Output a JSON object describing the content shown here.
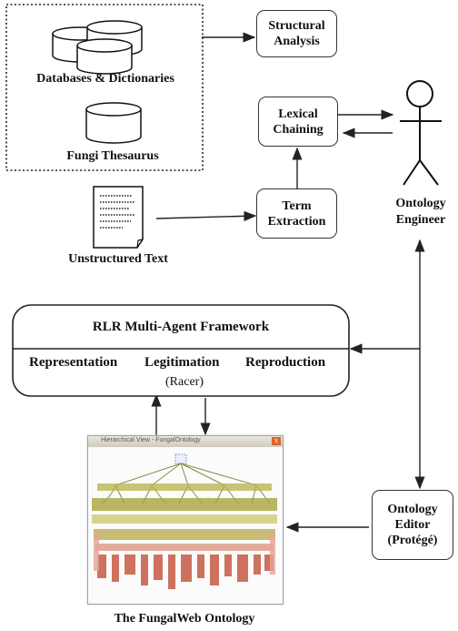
{
  "sources": {
    "databases_label": "Databases & Dictionaries",
    "thesaurus_label": "Fungi Thesaurus",
    "text_label": "Unstructured Text"
  },
  "processes": {
    "structural_line1": "Structural",
    "structural_line2": "Analysis",
    "lexical_line1": "Lexical",
    "lexical_line2": "Chaining",
    "term_line1": "Term",
    "term_line2": "Extraction"
  },
  "actor": {
    "line1": "Ontology",
    "line2": "Engineer"
  },
  "framework": {
    "title": "RLR Multi-Agent Framework",
    "representation": "Representation",
    "legitimation": "Legitimation",
    "reproduction": "Reproduction",
    "racer": "(Racer)"
  },
  "editor": {
    "line1": "Ontology",
    "line2": "Editor",
    "line3": "(Protégé)"
  },
  "ontology": {
    "window_title": "Hierarchical View - FungalOntology",
    "caption": "The FungalWeb Ontology"
  }
}
